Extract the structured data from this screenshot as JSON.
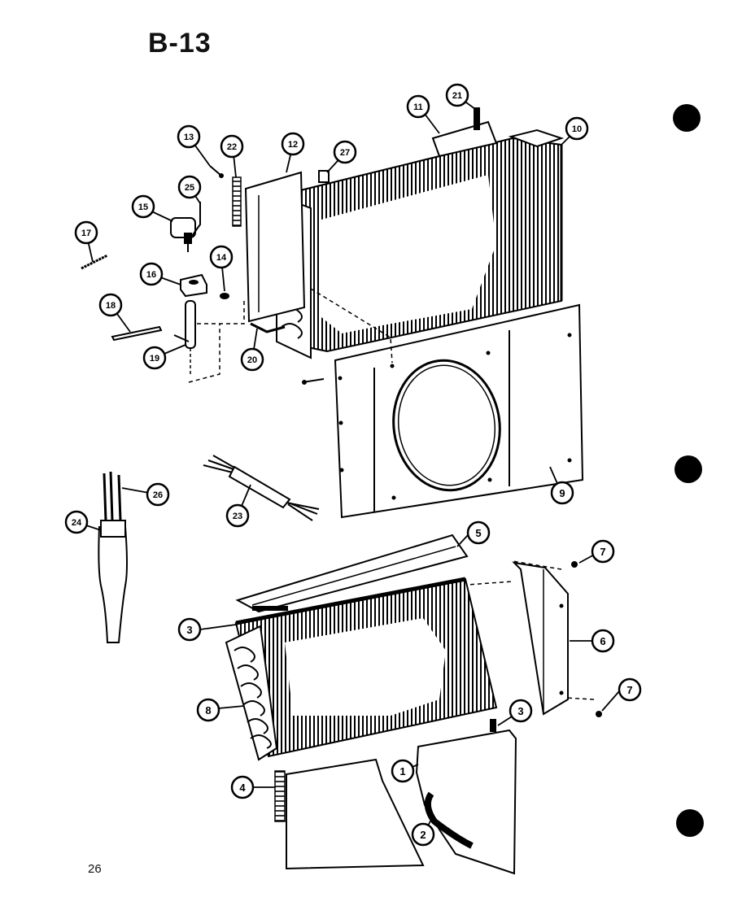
{
  "header": {
    "title": "B-13"
  },
  "footer": {
    "page_number": "26"
  },
  "callouts": [
    {
      "id": "c1",
      "label": "1"
    },
    {
      "id": "c2",
      "label": "2"
    },
    {
      "id": "c3a",
      "label": "3"
    },
    {
      "id": "c3b",
      "label": "3"
    },
    {
      "id": "c4",
      "label": "4"
    },
    {
      "id": "c5",
      "label": "5"
    },
    {
      "id": "c6",
      "label": "6"
    },
    {
      "id": "c7a",
      "label": "7"
    },
    {
      "id": "c7b",
      "label": "7"
    },
    {
      "id": "c8",
      "label": "8"
    },
    {
      "id": "c9",
      "label": "9"
    },
    {
      "id": "c10",
      "label": "10"
    },
    {
      "id": "c11",
      "label": "11"
    },
    {
      "id": "c12",
      "label": "12"
    },
    {
      "id": "c13",
      "label": "13"
    },
    {
      "id": "c14",
      "label": "14"
    },
    {
      "id": "c15",
      "label": "15"
    },
    {
      "id": "c16",
      "label": "16"
    },
    {
      "id": "c17",
      "label": "17"
    },
    {
      "id": "c18",
      "label": "18"
    },
    {
      "id": "c19",
      "label": "19"
    },
    {
      "id": "c20",
      "label": "20"
    },
    {
      "id": "c21",
      "label": "21"
    },
    {
      "id": "c22",
      "label": "22"
    },
    {
      "id": "c23",
      "label": "23"
    },
    {
      "id": "c24",
      "label": "24"
    },
    {
      "id": "c25",
      "label": "25"
    },
    {
      "id": "c26",
      "label": "26"
    },
    {
      "id": "c27",
      "label": "27"
    }
  ]
}
